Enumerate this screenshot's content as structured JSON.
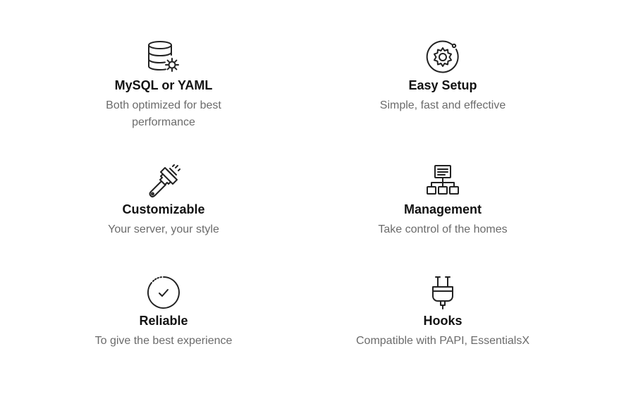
{
  "features": [
    {
      "icon": "database-gear-icon",
      "title": "MySQL or YAML",
      "description": "Both optimized for best performance"
    },
    {
      "icon": "gear-icon",
      "title": "Easy Setup",
      "description": "Simple, fast and effective"
    },
    {
      "icon": "paint-brush-icon",
      "title": "Customizable",
      "description": "Your server, your style"
    },
    {
      "icon": "hierarchy-icon",
      "title": "Management",
      "description": "Take control of the homes"
    },
    {
      "icon": "check-circle-icon",
      "title": "Reliable",
      "description": "To give the best experience"
    },
    {
      "icon": "plug-icon",
      "title": "Hooks",
      "description": "Compatible with PAPI, EssentialsX"
    }
  ],
  "colors": {
    "title": "#111111",
    "description": "#6b6b6b",
    "icon_stroke": "#222222",
    "background": "#ffffff"
  }
}
